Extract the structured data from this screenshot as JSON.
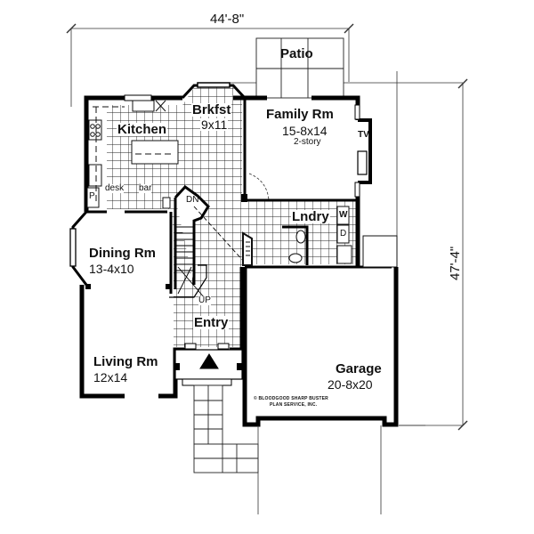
{
  "plan": {
    "overall_width": "44'-8\"",
    "overall_depth": "47'-4\"",
    "copyright_line1": "© BLOODGOOD SHARP BUSTER",
    "copyright_line2": "PLAN SERVICE, INC."
  },
  "rooms": {
    "patio": {
      "name": "Patio"
    },
    "kitchen": {
      "name": "Kitchen"
    },
    "brkfst": {
      "name": "Brkfst",
      "dims": "9x11"
    },
    "family": {
      "name": "Family Rm",
      "dims": "15-8x14",
      "note": "2-story"
    },
    "lndry": {
      "name": "Lndry"
    },
    "dining": {
      "name": "Dining Rm",
      "dims": "13-4x10"
    },
    "living": {
      "name": "Living Rm",
      "dims": "12x14"
    },
    "entry": {
      "name": "Entry"
    },
    "garage": {
      "name": "Garage",
      "dims": "20-8x20"
    }
  },
  "fixtures": {
    "tv": "TV",
    "washer": "W",
    "dryer": "D",
    "pantry": "P",
    "desk": "desk",
    "bar": "bar",
    "stairs_down": "DN",
    "stairs_up": "UP"
  },
  "colors": {
    "wall": "#000000",
    "line": "#222222",
    "background": "#ffffff"
  }
}
